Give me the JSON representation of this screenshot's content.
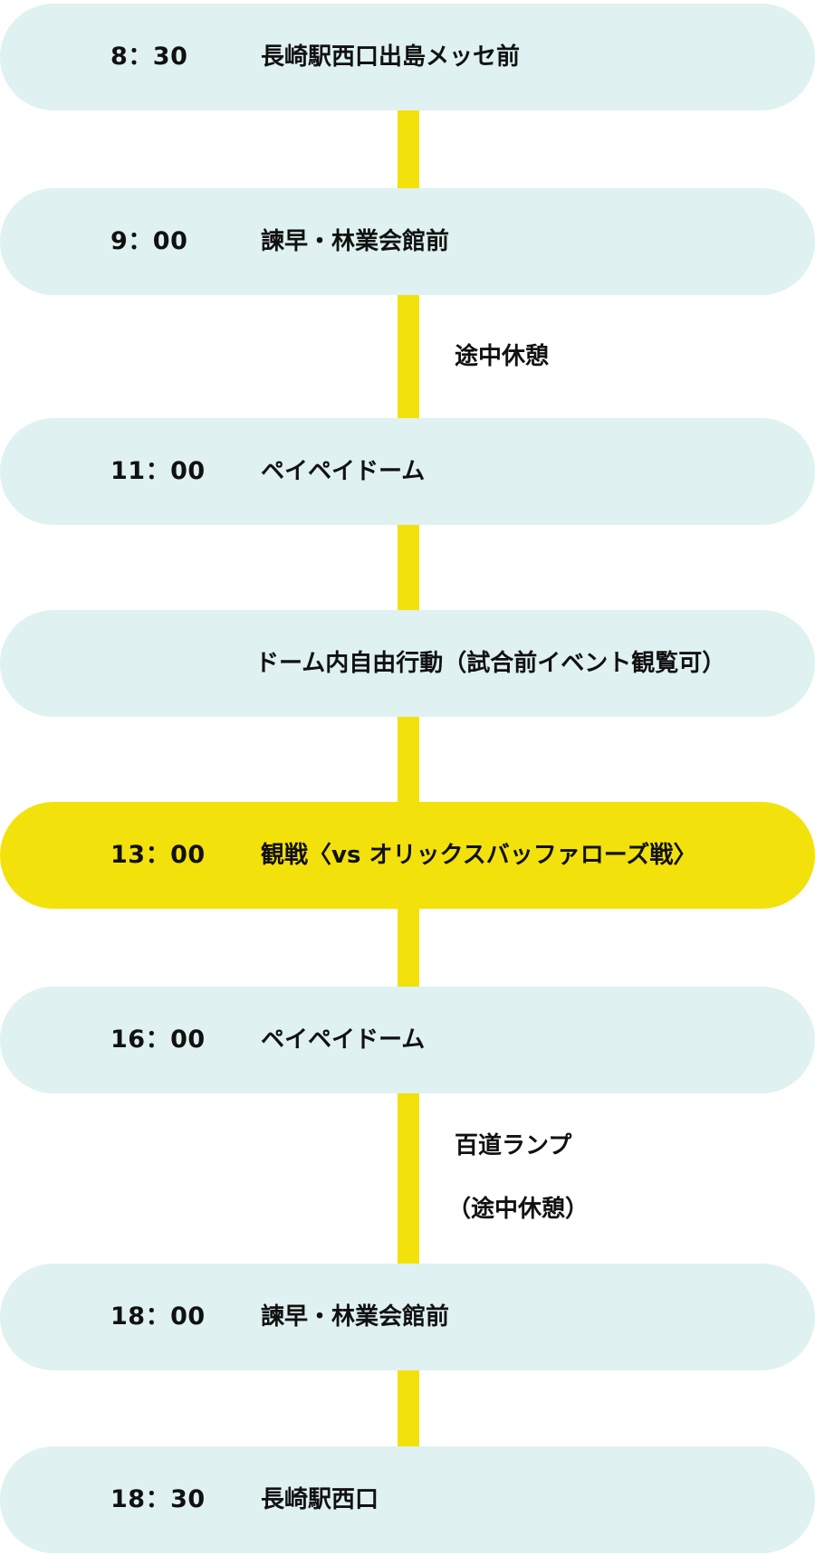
{
  "stops": [
    {
      "time": "8：30",
      "place": "長崎駅西口出島メッセ前"
    },
    {
      "time": "9：00",
      "place": "諫早・林業会館前"
    },
    {
      "time": "11：00",
      "place": "ペイペイドーム"
    },
    {
      "time": "",
      "place": "ドーム内自由行動（試合前イベント観覧可）"
    },
    {
      "time": "13：00",
      "place": "観戦〈vs オリックスバッファローズ戦〉"
    },
    {
      "time": "16：00",
      "place": "ペイペイドーム"
    },
    {
      "time": "18：00",
      "place": "諫早・林業会館前"
    },
    {
      "time": "18：30",
      "place": "長崎駅西口"
    }
  ],
  "notes": [
    {
      "line1": "途中休憩"
    },
    {
      "line1": "百道ランプ",
      "line2": "（途中休憩）"
    }
  ],
  "colors": {
    "stop_bg": "#dff1f1",
    "highlight_bg": "#f3e10c",
    "connector": "#f3e10c",
    "text": "#111111"
  }
}
